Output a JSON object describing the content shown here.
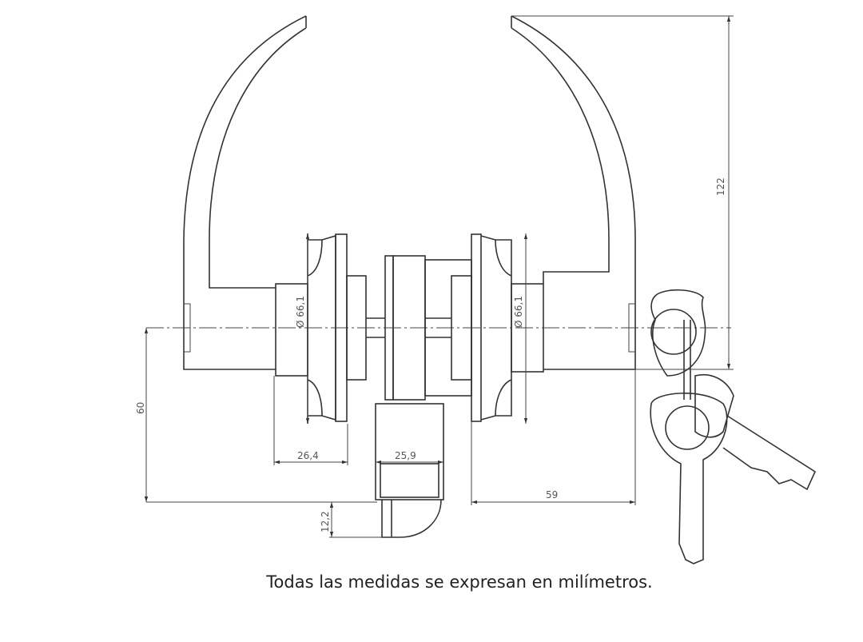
{
  "diagram": {
    "dimensions": {
      "height_total": "122",
      "diameter_left": "Ø 66,1",
      "diameter_right": "Ø 66,1",
      "axis_to_base": "60",
      "rose_depth": "26,4",
      "latch_width": "25,9",
      "lever_projection": "59",
      "bolt_length": "12,2"
    }
  },
  "caption": "Todas las medidas se expresan en milímetros."
}
